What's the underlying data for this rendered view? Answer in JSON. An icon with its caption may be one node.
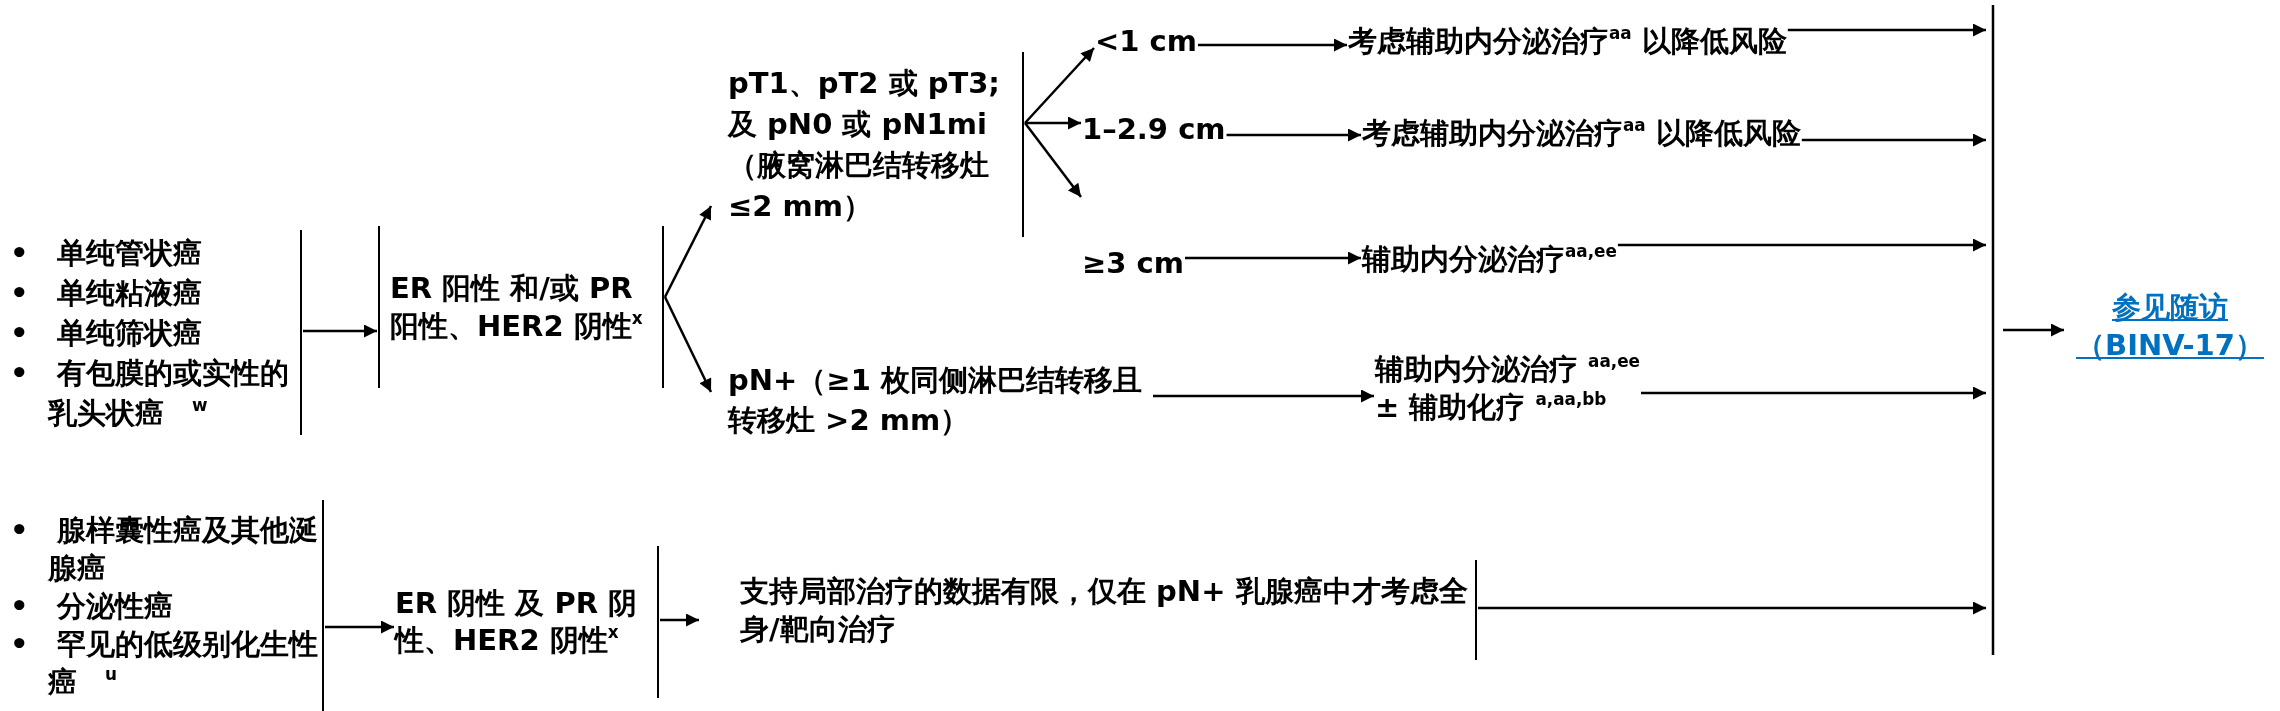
{
  "diagram": {
    "nodes": [
      {
        "text": [
          "• 单纯管状癌",
          "• 单纯粘液癌",
          "• 单纯筛状癌",
          "• 有包膜的或实性的乳头状癌 $^{w}$"
        ]
      },
      {
        "text": [
          "ER 阳性 和/或 PR 阳性、HER2 阴性$^{x}$"
        ]
      },
      {
        "text": [
          "pT1、pT2 或 pT3; 及 pN0 或 pN1mi （腋窝淋巴结转移灶≤2 mm）"
        ]
      },
      {
        "text": [
          "pN+（≥1 枚同侧淋巴结转移且转移灶 >2 mm）"
        ]
      },
      {
        "text": [
          "<1 cm"
        ]
      },
      {
        "text": [
          "1–2.9 cm"
        ]
      },
      {
        "text": [
          "≥3 cm"
        ]
      },
      {
        "text": [
          "考虑辅助内分泌治疗$^{aa}$ 以降低风险"
        ]
      },
      {
        "text": [
          "考虑辅助内分泌治疗$^{aa}$ 以降低风险"
        ]
      },
      {
        "text": [
          "辅助内分泌治疗$^{aa,ee}$"
        ]
      },
      {
        "text": [
          "辅助内分泌治疗 $^{aa,ee}$",
          "± 辅助化疗 $^{a,aa,bb}$"
        ]
      },
      {
        "text": [
          "• 腺样囊性癌及其他涎腺癌",
          "• 分泌性癌",
          "• 罕见的低级别化生性癌 $^{u}$"
        ]
      },
      {
        "text": [
          "ER 阴性 及 PR 阴性、HER2 阴性$^{x}$"
        ]
      },
      {
        "text": [
          "支持局部治疗的数据有限，仅在 pN+ 乳腺癌中才考虑全身/靶向治疗"
        ]
      },
      {
        "text": [
          "参见随访（BINV-17）"
        ]
      }
    ],
    "edges": [
      {
        "from": 0,
        "to": 1,
        "arrow": "to"
      },
      {
        "from": 1,
        "to": 2,
        "arrow": "to"
      },
      {
        "from": 1,
        "to": 3,
        "arrow": "to"
      },
      {
        "from": 2,
        "to": 4,
        "arrow": "to"
      },
      {
        "from": 2,
        "to": 5,
        "arrow": "to"
      },
      {
        "from": 2,
        "to": 6,
        "arrow": "to"
      },
      {
        "from": 4,
        "to": 7,
        "arrow": "to"
      },
      {
        "from": 5,
        "to": 8,
        "arrow": "to"
      },
      {
        "from": 6,
        "to": 9,
        "arrow": "to"
      },
      {
        "from": 3,
        "to": 10,
        "arrow": "to"
      },
      {
        "from": 7,
        "to": 14,
        "arrow": "to"
      },
      {
        "from": 8,
        "to": 14,
        "arrow": "to"
      },
      {
        "from": 9,
        "to": 14,
        "arrow": "to"
      },
      {
        "from": 10,
        "to": 14,
        "arrow": "to"
      },
      {
        "from": 11,
        "to": 12,
        "arrow": "to"
      },
      {
        "from": 12,
        "to": 13,
        "arrow": "to"
      },
      {
        "from": 13,
        "to": 14,
        "arrow": "to"
      }
    ]
  }
}
